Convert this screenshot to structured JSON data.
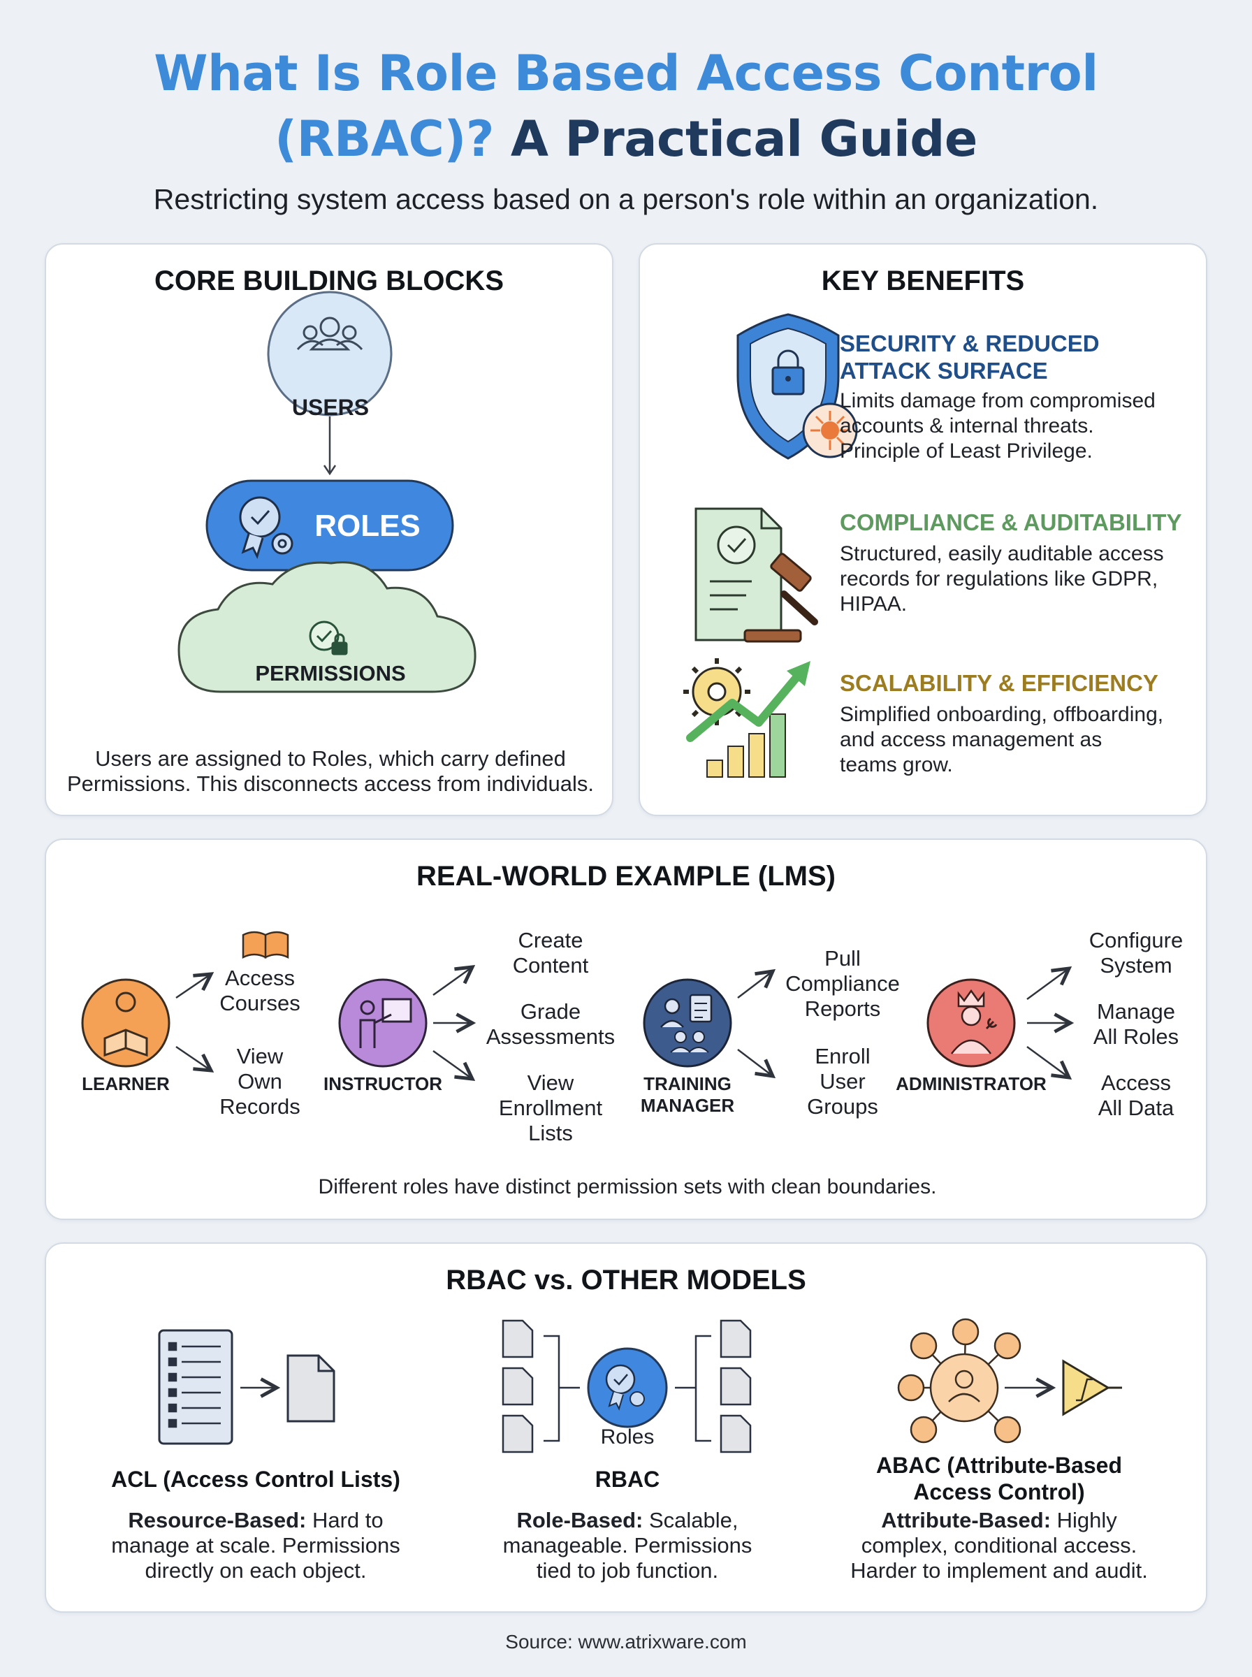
{
  "header": {
    "title_part1": "What Is Role Based Access Control",
    "title_part2": "(RBAC)?",
    "title_part3": "A Practical Guide",
    "subtitle": "Restricting system access based on a person's role within an organization."
  },
  "building_blocks": {
    "title": "CORE BUILDING BLOCKS",
    "users": "USERS",
    "roles": "ROLES",
    "permissions": "PERMISSIONS",
    "caption_line1": "Users are assigned to Roles, which carry defined",
    "caption_line2": "Permissions. This disconnects access from individuals."
  },
  "benefits": {
    "title": "KEY BENEFITS",
    "items": [
      {
        "heading_line1": "SECURITY & REDUCED",
        "heading_line2": "ATTACK SURFACE",
        "color": "#1f4e88",
        "lines": [
          "Limits damage from compromised",
          "accounts & internal threats.",
          "Principle of Least Privilege."
        ]
      },
      {
        "heading_line1": "COMPLIANCE & AUDITABILITY",
        "heading_line2": "",
        "color": "#5e9a5f",
        "lines": [
          "Structured, easily auditable access",
          "records for regulations like GDPR,",
          "HIPAA."
        ]
      },
      {
        "heading_line1": "SCALABILITY & EFFICIENCY",
        "heading_line2": "",
        "color": "#9b7c21",
        "lines": [
          "Simplified onboarding, offboarding,",
          "and access management as",
          "teams grow."
        ]
      }
    ]
  },
  "example": {
    "title": "REAL-WORLD EXAMPLE (LMS)",
    "roles": [
      {
        "label_lines": [
          "LEARNER"
        ],
        "color": "#f4a055",
        "permissions": [
          [
            "Access",
            "Courses"
          ],
          [
            "View",
            "Own",
            "Records"
          ]
        ]
      },
      {
        "label_lines": [
          "INSTRUCTOR"
        ],
        "color": "#b98ad9",
        "permissions": [
          [
            "Create",
            "Content"
          ],
          [
            "Grade",
            "Assessments"
          ],
          [
            "View",
            "Enrollment",
            "Lists"
          ]
        ]
      },
      {
        "label_lines": [
          "TRAINING",
          "MANAGER"
        ],
        "color": "#3e5b8e",
        "permissions": [
          [
            "Pull",
            "Compliance",
            "Reports"
          ],
          [
            "Enroll",
            "User",
            "Groups"
          ]
        ]
      },
      {
        "label_lines": [
          "ADMINISTRATOR"
        ],
        "color": "#e97a74",
        "permissions": [
          [
            "Configure",
            "System"
          ],
          [
            "Manage",
            "All Roles"
          ],
          [
            "Access",
            "All Data"
          ]
        ]
      }
    ],
    "caption": "Different roles have distinct permission sets with clean boundaries."
  },
  "models": {
    "title": "RBAC vs. OTHER MODELS",
    "roles_label": "Roles",
    "items": [
      {
        "heading_lines": [
          "ACL (Access Control Lists)"
        ],
        "bold_prefix": "Resource-Based:",
        "lines": [
          " Hard to",
          "manage at scale. Permissions",
          "directly on each object."
        ]
      },
      {
        "heading_lines": [
          "RBAC"
        ],
        "bold_prefix": "Role-Based:",
        "lines": [
          " Scalable,",
          "manageable. Permissions",
          "tied to job function."
        ]
      },
      {
        "heading_lines": [
          "ABAC (Attribute-Based",
          "Access Control)"
        ],
        "bold_prefix": "Attribute-Based:",
        "lines": [
          " Highly",
          "complex, conditional access.",
          "Harder to implement and audit."
        ]
      }
    ]
  },
  "footer": {
    "source": "Source: www.atrixware.com"
  },
  "icons": {
    "users": "users-group-icon",
    "roles": "badge-gear-icon",
    "permissions": "check-lock-icon",
    "security": "shield-lock-icon",
    "compliance": "document-gavel-icon",
    "scalability": "gear-growth-chart-icon",
    "learner": "person-reading-icon",
    "instructor": "person-whiteboard-icon",
    "manager": "manager-team-icon",
    "admin": "admin-wrench-icon",
    "acl": "list-document-icon",
    "abac": "attribute-network-icon"
  }
}
